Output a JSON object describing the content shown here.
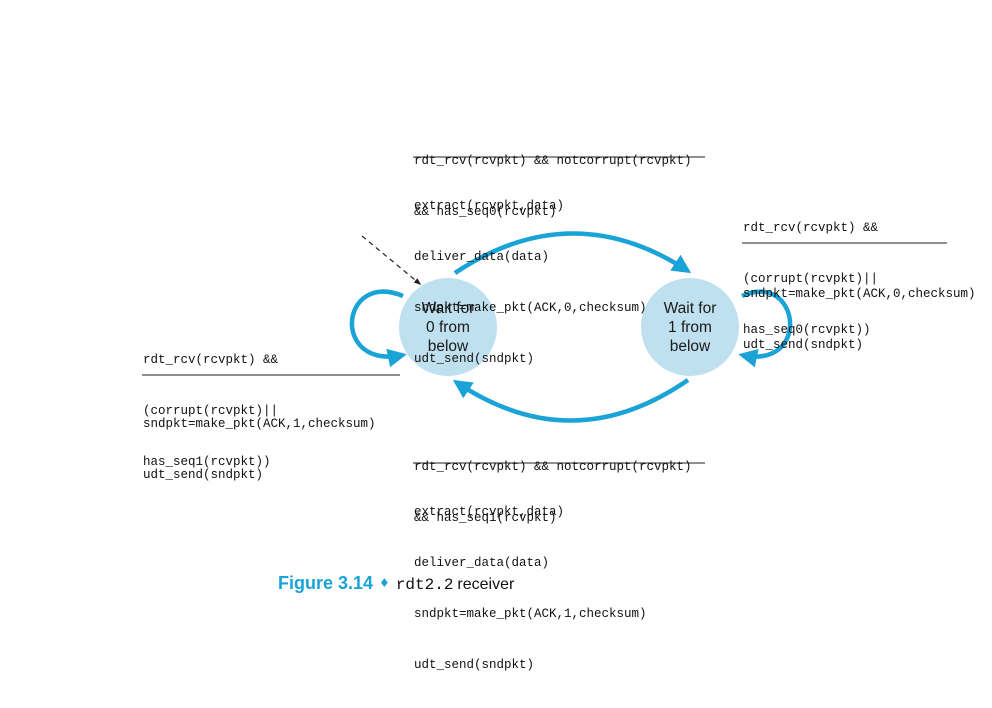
{
  "states": {
    "s0": {
      "lines": [
        "Wait for",
        "0 from",
        "below"
      ]
    },
    "s1": {
      "lines": [
        "Wait for",
        "1 from",
        "below"
      ]
    }
  },
  "transitions": {
    "top": {
      "condition": [
        "rdt_rcv(rcvpkt) && notcorrupt(rcvpkt)",
        "&& has_seq0(rcvpkt)"
      ],
      "action": [
        "extract(rcvpkt,data)",
        "deliver_data(data)",
        "sndpkt=make_pkt(ACK,0,checksum)",
        "udt_send(sndpkt)"
      ]
    },
    "bottom": {
      "condition": [
        "rdt_rcv(rcvpkt) && notcorrupt(rcvpkt)",
        "&& has_seq1(rcvpkt)"
      ],
      "action": [
        "extract(rcvpkt,data)",
        "deliver_data(data)",
        "sndpkt=make_pkt(ACK,1,checksum)",
        "udt_send(sndpkt)"
      ]
    },
    "left": {
      "condition": [
        "rdt_rcv(rcvpkt) &&",
        "(corrupt(rcvpkt)||",
        "has_seq1(rcvpkt))"
      ],
      "action": [
        "sndpkt=make_pkt(ACK,1,checksum)",
        "udt_send(sndpkt)"
      ]
    },
    "right": {
      "condition": [
        "rdt_rcv(rcvpkt) &&",
        "(corrupt(rcvpkt)||",
        "has_seq0(rcvpkt))"
      ],
      "action": [
        "sndpkt=make_pkt(ACK,0,checksum)",
        "udt_send(sndpkt)"
      ]
    }
  },
  "caption": {
    "figure": "Figure 3.14",
    "separator": "♦",
    "code": "rdt2.2",
    "text": "receiver"
  },
  "colors": {
    "state_fill": "#bfe0ee",
    "arrow": "#1aa3d6",
    "caption": "#1aa3d6"
  }
}
